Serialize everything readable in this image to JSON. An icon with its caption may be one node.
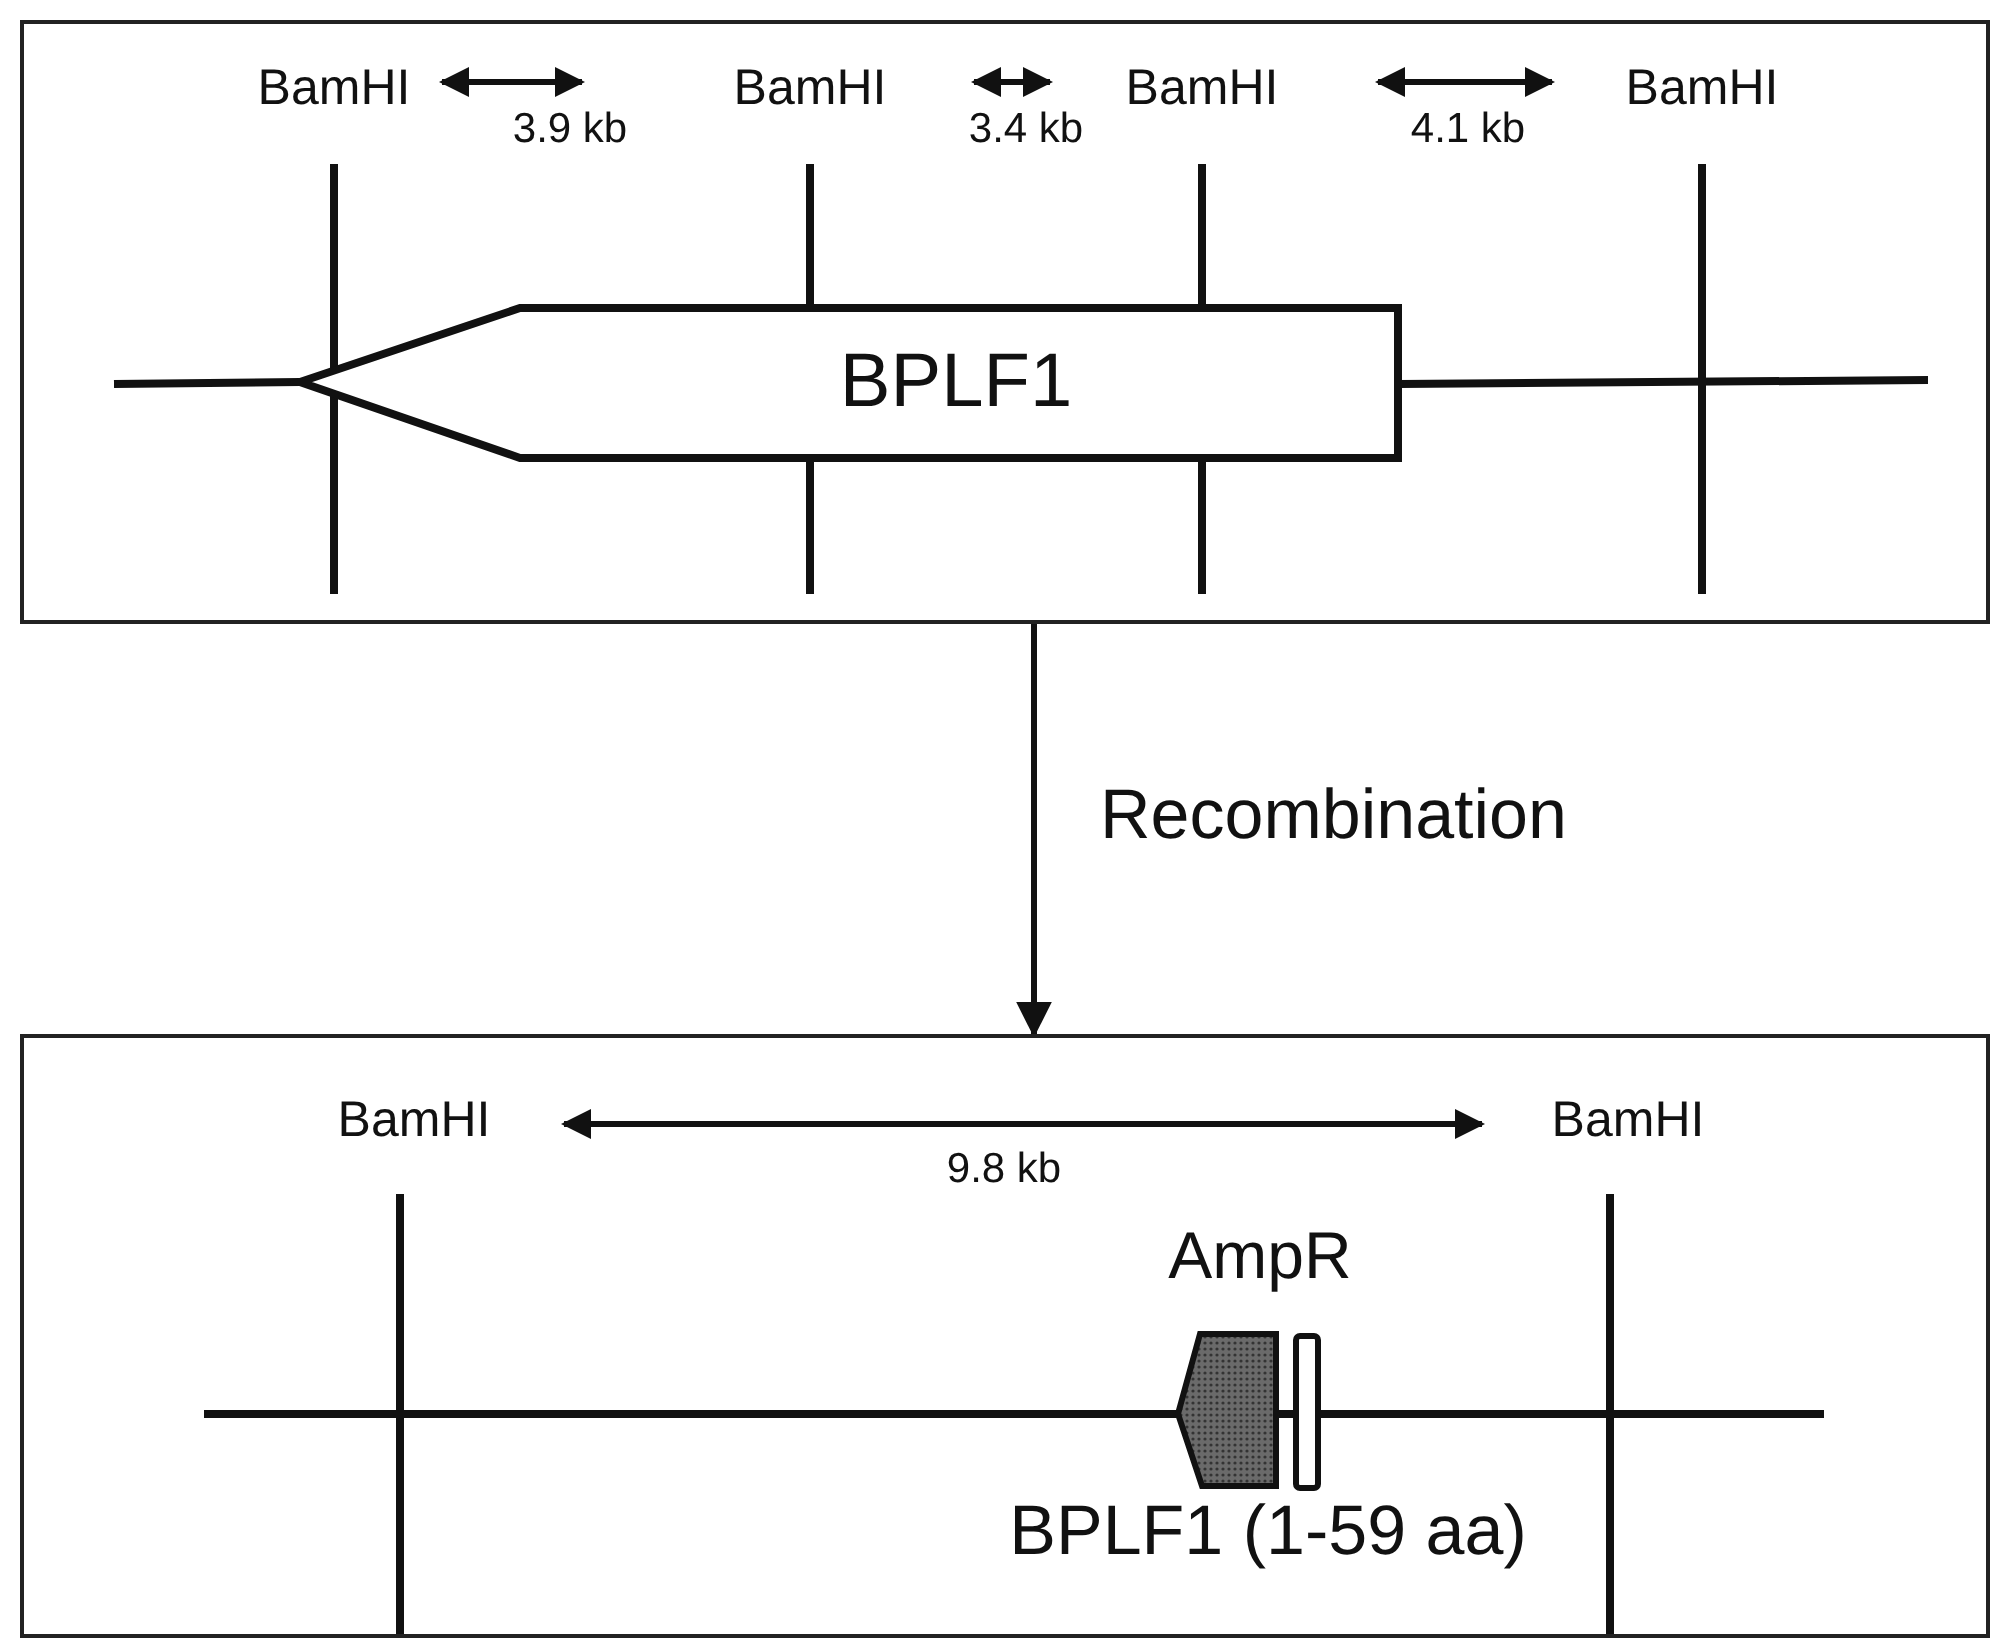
{
  "diagram": {
    "nodes": [
      {
        "text": [],
        "shape": "box"
      },
      {
        "text": [
          "BPLF1"
        ],
        "in": 0
      },
      {
        "text": [],
        "shape": "box"
      },
      {
        "text": [
          "AmpR"
        ],
        "in": 2
      },
      {
        "text": [
          "BPLF1 (1-59 aa)"
        ],
        "in": 2
      }
    ],
    "edges": [
      {
        "from": 0,
        "to": 2,
        "arrow": "to",
        "label": "Recombination"
      }
    ],
    "labels": [
      "BamHI",
      "3.9 kb",
      "BamHI",
      "3.4 kb",
      "BamHI",
      "4.1 kb",
      "BamHI",
      "BamHI",
      "BamHI",
      "9.8 kb"
    ]
  }
}
